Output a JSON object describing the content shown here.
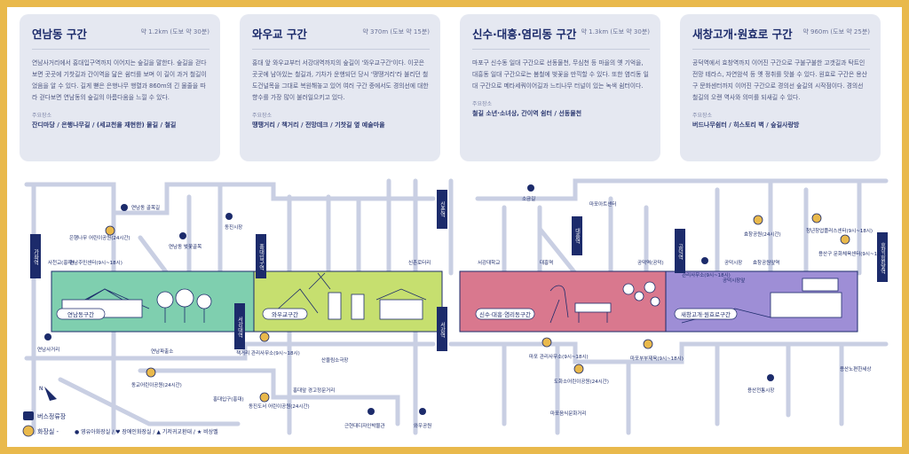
{
  "sections": [
    {
      "title": "연남동 구간",
      "distance": "약 1.2km (도보 약 30분)",
      "desc": "연남사거리에서 홍대입구역까지 이어지는 숲길을 말한다. 숲길을 걷다 보면 곳곳에 기찻길과 간이역을 닮은 쉼터를 보며 이 길이 과거 철길이었음을 알 수 있다. 길게 뻗은 은행나무 행렬과 860m의 긴 물줄을 따라 걷다보면 연남동의 숲길의 아름다움을 느낄 수 있다.",
      "places_label": "주요장소",
      "places": "잔디마당 / 은행나무길 / (세교천을 재현한) 물길 / 철길"
    },
    {
      "title": "와우교 구간",
      "distance": "약 370m (도보 약 15분)",
      "desc": "홍대 앞 와우교부터 서강대역까지의 숲길이 '와우교구간'이다. 이곳은 곳곳에 남아있는 철길과, 기차가 운행되던 당시 '땡땡거리'라 불리던 철도건널목을 그대로 복원해놓고 있어 여러 구간 중에서도 경의선에 대한 향수를 가장 많이 불러일으키고 있다.",
      "places_label": "주요장소",
      "places": "땡땡거리 / 책거리 / 전망데크 / 기찻길 옆 예술마을"
    },
    {
      "title": "신수·대흥·염리동 구간",
      "distance": "약 1.3km (도보 약 30분)",
      "desc": "마포구 신수동 일대 구간으로 선동물천, 무심천 등 마을의 옛 기억을, 대흥동 일대 구간으로는 봄철에 벚꽃을 만끽할 수 있다. 또한 염리동 일대 구간으로 메타세쿼이어길과 느티나무 터널이 있는 녹색 쉼터이다.",
      "places_label": "주요장소",
      "places": "철길 소년·소녀상, 간이역 쉼터 / 선동물천"
    },
    {
      "title": "새창고개·원효로 구간",
      "distance": "약 960m (도보 약 25분)",
      "desc": "공덕역에서 효창역까지 이어진 구간으로 구불구불한 고갯길과 탁트인 전망 테라스, 자연암석 등 옛 정취를 맛볼 수 있다. 원효로 구간은 용산구 문화센터까지 이어진 구간으로 경의선 숲길의 시작점이다. 경의선 철길의 오랜 역사와 의미를 되새길 수 있다.",
      "places_label": "주요장소",
      "places": "버드나무쉼터 / 히스토리 벽 / 숲길사랑방"
    }
  ],
  "map": {
    "stations": [
      "가좌역",
      "홍대입구역",
      "신촌역",
      "서강대역",
      "대흥역",
      "공덕역",
      "효창공원앞역",
      "서강역"
    ],
    "section_labels": [
      "연남동구간",
      "와우교구간",
      "신수·대흥·염리동구간",
      "새창고개·원효로구간"
    ],
    "landmarks": [
      "연남동 골목길",
      "동진시장",
      "연남동 벚꽃골목",
      "은행나무 어린이공원(24시간)",
      "연남주민센터(9시~18시)",
      "사천교(홍대)",
      "연남사거리",
      "연남파출소",
      "동교어린이공원(24시간)",
      "홍대입구(홍대)",
      "책거리 관리사무소(9시~18시)",
      "산울림소극장",
      "동진도서 어린이공원(24시간)",
      "홍대앞 경고정문거리",
      "근현대디자인박물관",
      "와우공원",
      "신촌로터리",
      "소금길",
      "마포아트센터",
      "서강대학교",
      "대흥역",
      "공덕역(공덕)",
      "마포 관리사무소(9시~18시)",
      "도화소어린이공원(24시간)",
      "마포음식문화거리",
      "마포부부제육(9시~18시)",
      "관리사무소(9시~18시)",
      "공덕시장",
      "효창공원(24시간)",
      "효창공원앞역",
      "청년창업플러스센터(9시~18시)",
      "용산구 문화체육센터(9시~18시)",
      "용산전통시장",
      "용산노편한세상",
      "공덕시장앞"
    ],
    "legend": {
      "bus": "버스정류장",
      "restroom": "화장실 -",
      "types": "● 영유아화장실 / ♥ 장애인화장실 / ▲ 기저귀교환대 / ★ 비상벨"
    }
  },
  "colors": {
    "frame": "#e9b94c",
    "navy": "#1c2b6b",
    "green_section": "#7fcfaf",
    "lime_section": "#c6df6f",
    "pink_section": "#d9788e",
    "purple_section": "#9e8ed6",
    "road": "#c9cfe3"
  }
}
